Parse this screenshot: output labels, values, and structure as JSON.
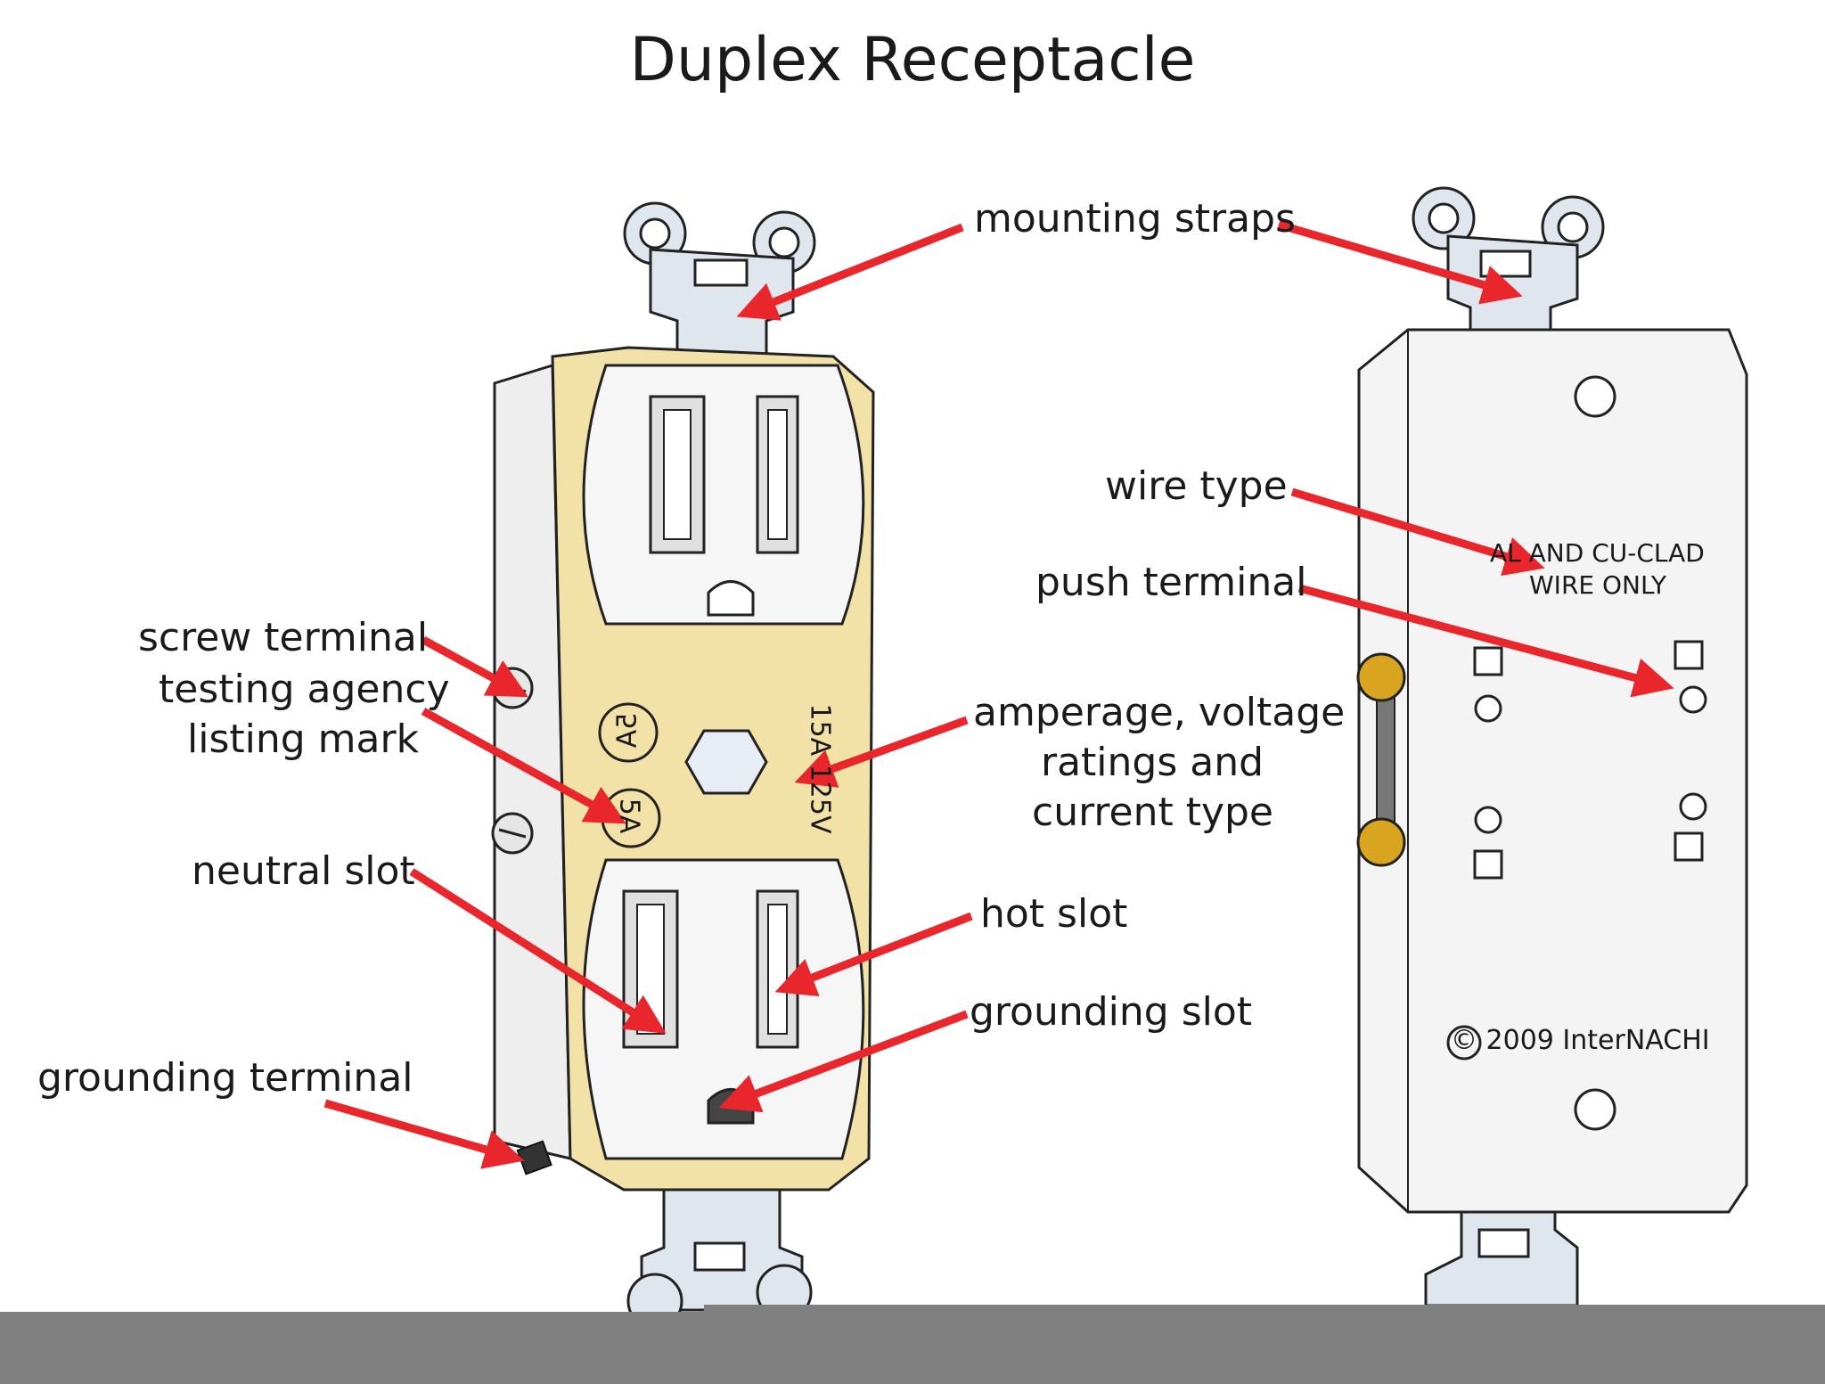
{
  "title": "Duplex Receptacle",
  "labels": {
    "mounting_straps": "mounting straps",
    "wire_type": "wire type",
    "push_terminal": "push terminal",
    "screw_terminal": "screw terminal",
    "testing_agency_1": "testing agency",
    "testing_agency_2": "listing mark",
    "amperage_1": "amperage, voltage",
    "amperage_2": "ratings and",
    "amperage_3": "current type",
    "neutral_slot": "neutral slot",
    "hot_slot": "hot slot",
    "grounding_slot": "grounding slot",
    "grounding_terminal": "grounding terminal"
  },
  "device_text": {
    "rating": "15A 125V",
    "listing_mark_top": "5A",
    "listing_mark_bottom": "5A",
    "wire_note_1": "AL AND CU-CLAD",
    "wire_note_2": "WIRE ONLY",
    "copyright": "© 2009 InterNACHI"
  },
  "colors": {
    "arrow": "#e8262c",
    "strap": "#dfe6ee",
    "plate": "#f3e2a8",
    "body": "#f2f2f2",
    "screw": "#d9a520",
    "footer_bar": "#808080"
  }
}
